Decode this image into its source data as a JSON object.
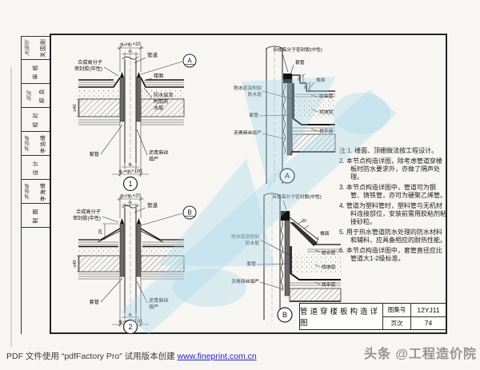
{
  "page": {
    "footer_text": "PDF 文件使用 “pdfFactory Pro” 试用版本创建 ",
    "footer_link": "www.fineprint.com.cn",
    "watermark": "头条 @工程造价院"
  },
  "sheet": {
    "title": "管道穿楼板构造详图",
    "atlas_label": "图集号",
    "atlas_no": "12YJ11",
    "page_label": "页次",
    "page_no": "74"
  },
  "sidebar": {
    "cells": [
      {
        "text": "关国刚",
        "sig": "关国刚"
      },
      {
        "text": "审 核",
        "sig": ""
      },
      {
        "text": "郑 良",
        "sig": "郑良"
      },
      {
        "text": "校 对",
        "sig": ""
      },
      {
        "text": "李浩峰",
        "sig": "李浩峰"
      },
      {
        "text": "设 计",
        "sig": ""
      },
      {
        "text": "李海峰",
        "sig": "李海峰"
      },
      {
        "text": "制 图",
        "sig": ""
      }
    ]
  },
  "notes": {
    "lead": "注:",
    "items": [
      "1. 楼面、顶棚做法按工程设计。",
      "2. 本节点构造详图，除考虑管道穿楼板时防水要求外，亦做了隔声处理。",
      "3. 本节点构造详图中，管道可为钢管、铸铁管，亦可为硬聚乙烯管。",
      "4. 管道为塑料管时，塑料管与无机材料连接部位，安装前需用胶粘剂粘接砂粒。",
      "5. 用于热水管道防水处理的防水材料和辅料，应具备相应的耐热性能。",
      "6. 本节点构造详图中，套管直径应比管道大1-2级标准。"
    ]
  },
  "d1": {
    "num": "1",
    "marker": "A",
    "sealant": [
      "合成高分子",
      "密封胶(中性)"
    ],
    "pipe": "管道",
    "floor": "楼面",
    "membrane": [
      "防水层及",
      "附加防",
      "水层"
    ],
    "sleeve": "套管",
    "oakum": [
      "沥青麻丝",
      "填严"
    ],
    "dim_top": "φ₂≥φ₁+20",
    "dim_d1": "φ₁",
    "dim_left": "≥40",
    "dim_bot_inner": "φ₁",
    "dim_bot": "φ₃=φ₁+100"
  },
  "d2": {
    "num": "2",
    "marker": "B",
    "sealant": [
      "合成高分子",
      "密封胶(中性)"
    ],
    "pipe": "管道",
    "sleeve": "套管",
    "oakum": [
      "沥青麻丝",
      "填严"
    ],
    "dim_top": "φ₂≥φ₁+20",
    "dim_d1": "φ₁",
    "dim_20": "20",
    "dim_left": "≥40",
    "dim_bot_inner": "φ₁",
    "dim_bot": "φ₃=φ₁+100"
  },
  "dA": {
    "letter": "A",
    "sealant": "合成高分子密封胶(中性)",
    "sleeve_r": "套管",
    "floor": "楼面",
    "bonding": "结合层",
    "slope": "找坡层",
    "level": "找平层",
    "membrane": [
      "防水层及附加",
      "防水层"
    ],
    "sleeve_l": "套管",
    "oakum": "沥青麻丝填严",
    "dim1": "20",
    "dim2": "20"
  },
  "dB": {
    "letter": "B",
    "sealant": "合成高分子密封胶(中性)",
    "floor": "楼面",
    "bonding": "结合层",
    "slope": "找坡层",
    "level": "找平层",
    "membrane": [
      "防水层及附加",
      "防水层"
    ],
    "sleeve": "套管",
    "oakum": "沥青麻丝填严",
    "dim1": "20"
  }
}
